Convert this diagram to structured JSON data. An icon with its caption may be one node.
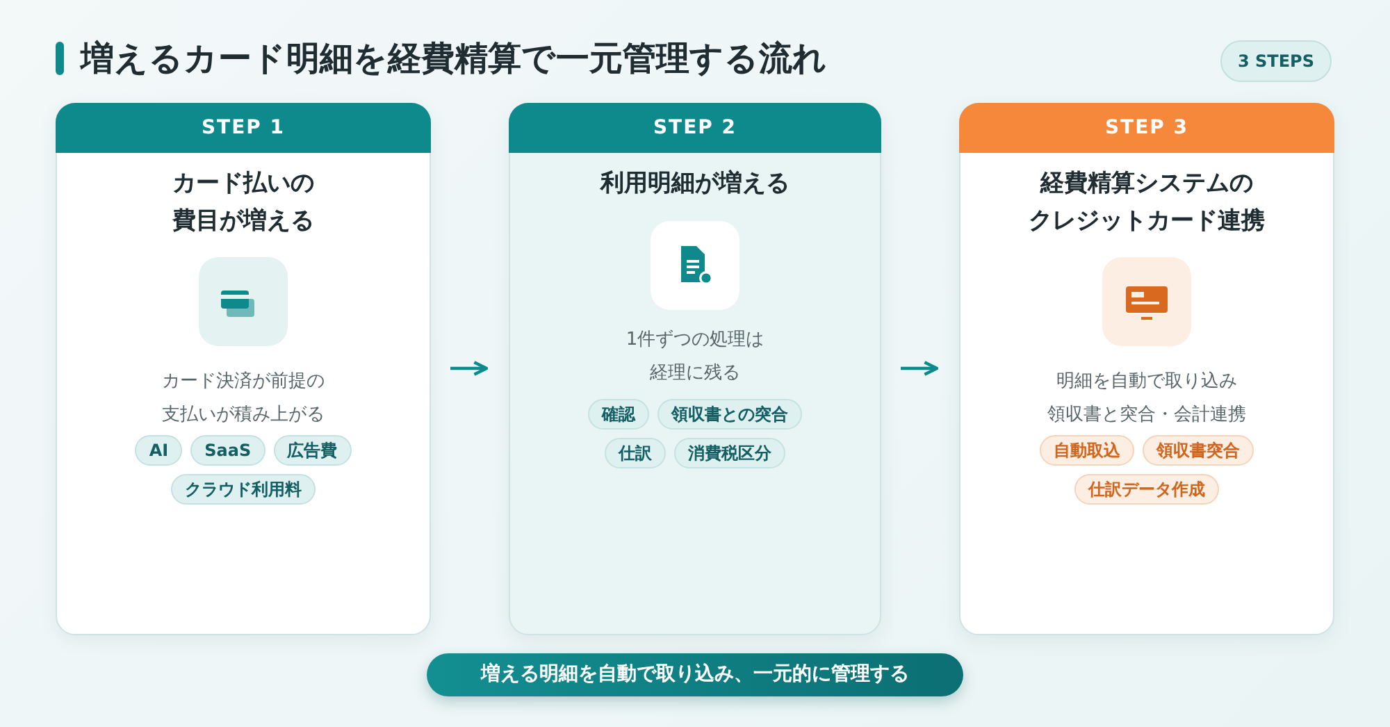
{
  "diagram": {
    "title": "増えるカード明細を経費精算で一元管理する流れ",
    "nodes": [
      {
        "text": [
          "3 STEPS"
        ]
      },
      {
        "text": [
          "STEP 1",
          "カード払いの費目が増える",
          "カード決済が前提の支払いが積み上がる"
        ]
      },
      {
        "text": [
          "AI"
        ],
        "in": 1
      },
      {
        "text": [
          "SaaS"
        ],
        "in": 1
      },
      {
        "text": [
          "広告費"
        ],
        "in": 1
      },
      {
        "text": [
          "クラウド利用料"
        ],
        "in": 1
      },
      {
        "text": [
          "STEP 2",
          "利用明細が増える",
          "1件ずつの処理は経理に残る"
        ]
      },
      {
        "text": [
          "確認"
        ],
        "in": 6
      },
      {
        "text": [
          "領収書との突合"
        ],
        "in": 6
      },
      {
        "text": [
          "仕訳"
        ],
        "in": 6
      },
      {
        "text": [
          "消費税区分"
        ],
        "in": 6
      },
      {
        "text": [
          "STEP 3",
          "経費精算システムのクレジットカード連携",
          "明細を自動で取り込み領収書と突合・会計連携"
        ]
      },
      {
        "text": [
          "自動取込"
        ],
        "in": 11
      },
      {
        "text": [
          "領収書突合"
        ],
        "in": 11
      },
      {
        "text": [
          "仕訳データ作成"
        ],
        "in": 11
      },
      {
        "text": [
          "増える明細を自動で取り込み、一元的に管理する"
        ]
      }
    ],
    "edges": [
      {
        "from": 1,
        "to": 6,
        "arrow": "to"
      },
      {
        "from": 6,
        "to": 11,
        "arrow": "to"
      }
    ]
  }
}
